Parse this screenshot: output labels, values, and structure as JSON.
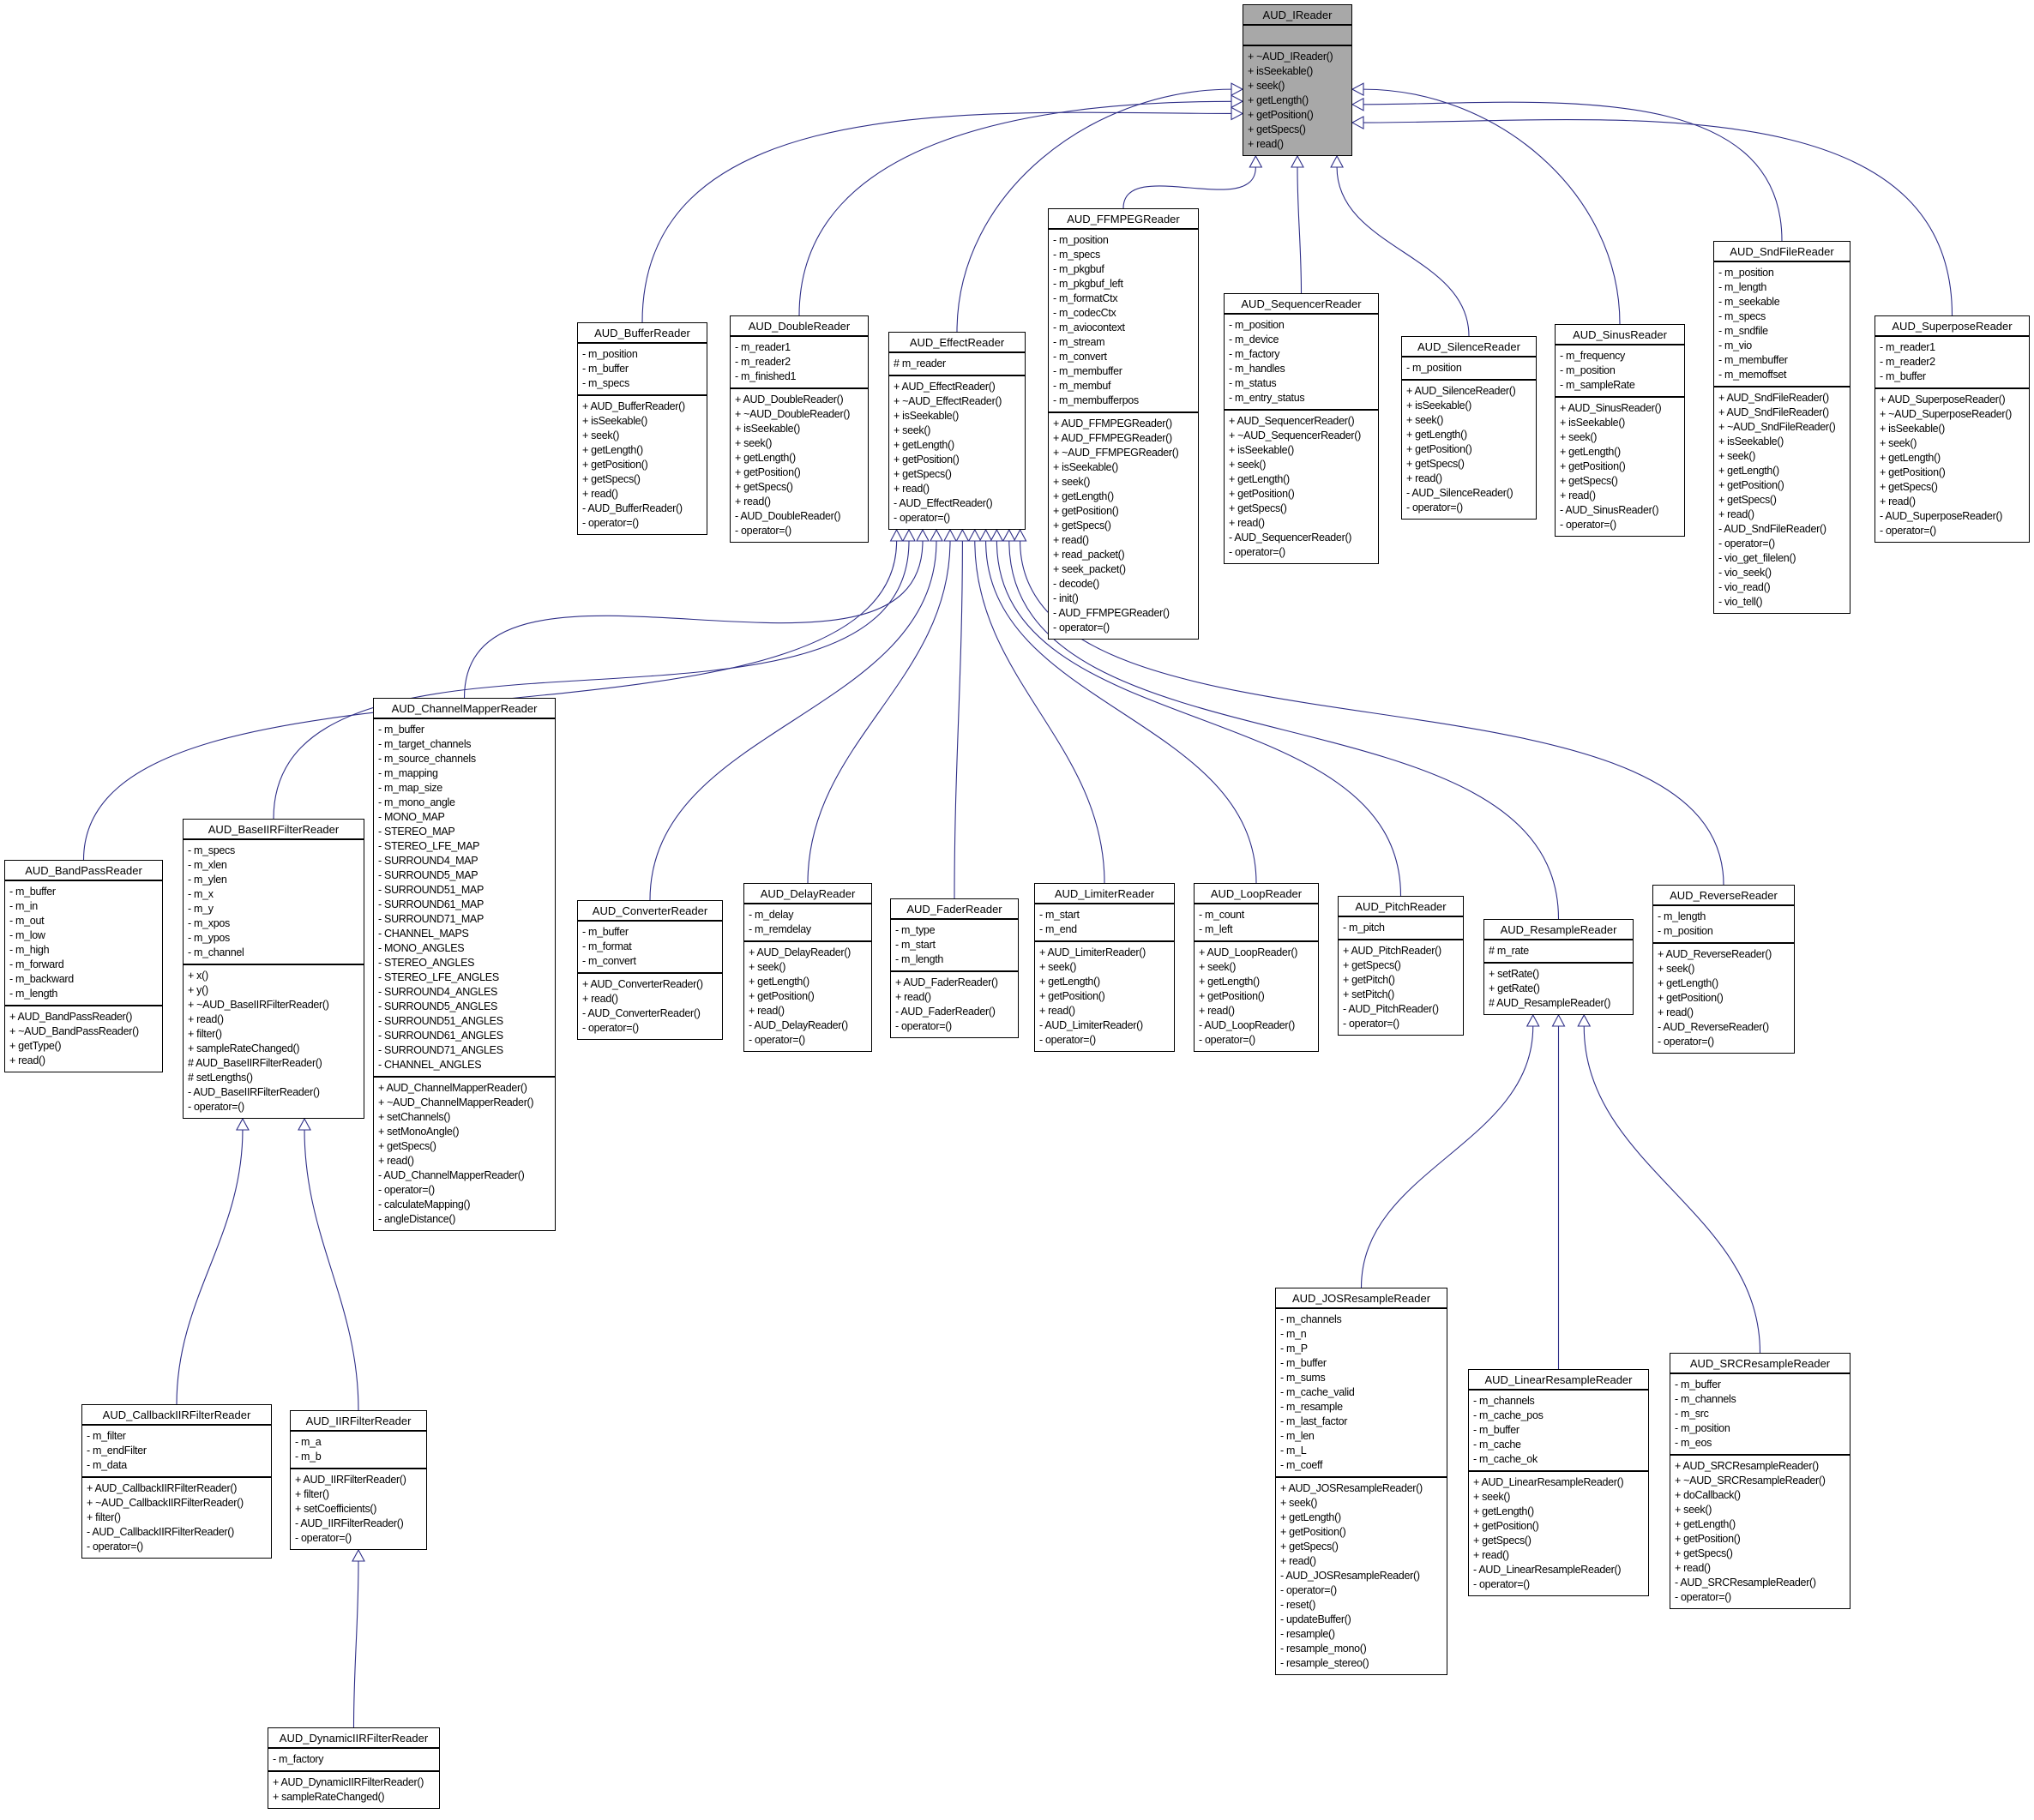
{
  "diagram": {
    "type": "uml-class-inheritance",
    "root_class": "AUD_IReader",
    "edge_color": "#2e2e87",
    "root_fill": "#a8a8a8",
    "box_fill": "#ffffff",
    "classes": [
      {
        "name": "AUD_IReader",
        "root": true,
        "attrs": [],
        "methods": [
          "+ ~AUD_IReader()",
          "+ isSeekable()",
          "+ seek()",
          "+ getLength()",
          "+ getPosition()",
          "+ getSpecs()",
          "+ read()"
        ]
      },
      {
        "name": "AUD_BufferReader",
        "attrs": [
          "- m_position",
          "- m_buffer",
          "- m_specs"
        ],
        "methods": [
          "+ AUD_BufferReader()",
          "+ isSeekable()",
          "+ seek()",
          "+ getLength()",
          "+ getPosition()",
          "+ getSpecs()",
          "+ read()",
          "- AUD_BufferReader()",
          "- operator=()"
        ]
      },
      {
        "name": "AUD_DoubleReader",
        "attrs": [
          "- m_reader1",
          "- m_reader2",
          "- m_finished1"
        ],
        "methods": [
          "+ AUD_DoubleReader()",
          "+ ~AUD_DoubleReader()",
          "+ isSeekable()",
          "+ seek()",
          "+ getLength()",
          "+ getPosition()",
          "+ getSpecs()",
          "+ read()",
          "- AUD_DoubleReader()",
          "- operator=()"
        ]
      },
      {
        "name": "AUD_EffectReader",
        "attrs": [
          "# m_reader"
        ],
        "methods": [
          "+ AUD_EffectReader()",
          "+ ~AUD_EffectReader()",
          "+ isSeekable()",
          "+ seek()",
          "+ getLength()",
          "+ getPosition()",
          "+ getSpecs()",
          "+ read()",
          "- AUD_EffectReader()",
          "- operator=()"
        ]
      },
      {
        "name": "AUD_FFMPEGReader",
        "attrs": [
          "- m_position",
          "- m_specs",
          "- m_pkgbuf",
          "- m_pkgbuf_left",
          "- m_formatCtx",
          "- m_codecCtx",
          "- m_aviocontext",
          "- m_stream",
          "- m_convert",
          "- m_membuffer",
          "- m_membuf",
          "- m_membufferpos"
        ],
        "methods": [
          "+ AUD_FFMPEGReader()",
          "+ AUD_FFMPEGReader()",
          "+ ~AUD_FFMPEGReader()",
          "+ isSeekable()",
          "+ seek()",
          "+ getLength()",
          "+ getPosition()",
          "+ getSpecs()",
          "+ read()",
          "+ read_packet()",
          "+ seek_packet()",
          "- decode()",
          "- init()",
          "- AUD_FFMPEGReader()",
          "- operator=()"
        ]
      },
      {
        "name": "AUD_SequencerReader",
        "attrs": [
          "- m_position",
          "- m_device",
          "- m_factory",
          "- m_handles",
          "- m_status",
          "- m_entry_status"
        ],
        "methods": [
          "+ AUD_SequencerReader()",
          "+ ~AUD_SequencerReader()",
          "+ isSeekable()",
          "+ seek()",
          "+ getLength()",
          "+ getPosition()",
          "+ getSpecs()",
          "+ read()",
          "- AUD_SequencerReader()",
          "- operator=()"
        ]
      },
      {
        "name": "AUD_SilenceReader",
        "attrs": [
          "- m_position"
        ],
        "methods": [
          "+ AUD_SilenceReader()",
          "+ isSeekable()",
          "+ seek()",
          "+ getLength()",
          "+ getPosition()",
          "+ getSpecs()",
          "+ read()",
          "- AUD_SilenceReader()",
          "- operator=()"
        ]
      },
      {
        "name": "AUD_SinusReader",
        "attrs": [
          "- m_frequency",
          "- m_position",
          "- m_sampleRate"
        ],
        "methods": [
          "+ AUD_SinusReader()",
          "+ isSeekable()",
          "+ seek()",
          "+ getLength()",
          "+ getPosition()",
          "+ getSpecs()",
          "+ read()",
          "- AUD_SinusReader()",
          "- operator=()"
        ]
      },
      {
        "name": "AUD_SndFileReader",
        "attrs": [
          "- m_position",
          "- m_length",
          "- m_seekable",
          "- m_specs",
          "- m_sndfile",
          "- m_vio",
          "- m_membuffer",
          "- m_memoffset"
        ],
        "methods": [
          "+ AUD_SndFileReader()",
          "+ AUD_SndFileReader()",
          "+ ~AUD_SndFileReader()",
          "+ isSeekable()",
          "+ seek()",
          "+ getLength()",
          "+ getPosition()",
          "+ getSpecs()",
          "+ read()",
          "- AUD_SndFileReader()",
          "- operator=()",
          "- vio_get_filelen()",
          "- vio_seek()",
          "- vio_read()",
          "- vio_tell()"
        ]
      },
      {
        "name": "AUD_SuperposeReader",
        "attrs": [
          "- m_reader1",
          "- m_reader2",
          "- m_buffer"
        ],
        "methods": [
          "+ AUD_SuperposeReader()",
          "+ ~AUD_SuperposeReader()",
          "+ isSeekable()",
          "+ seek()",
          "+ getLength()",
          "+ getPosition()",
          "+ getSpecs()",
          "+ read()",
          "- AUD_SuperposeReader()",
          "- operator=()"
        ]
      },
      {
        "name": "AUD_BandPassReader",
        "attrs": [
          "- m_buffer",
          "- m_in",
          "- m_out",
          "- m_low",
          "- m_high",
          "- m_forward",
          "- m_backward",
          "- m_length"
        ],
        "methods": [
          "+ AUD_BandPassReader()",
          "+ ~AUD_BandPassReader()",
          "+ getType()",
          "+ read()"
        ]
      },
      {
        "name": "AUD_BaseIIRFilterReader",
        "attrs": [
          "- m_specs",
          "- m_xlen",
          "- m_ylen",
          "- m_x",
          "- m_y",
          "- m_xpos",
          "- m_ypos",
          "- m_channel"
        ],
        "methods": [
          "+ x()",
          "+ y()",
          "+ ~AUD_BaseIIRFilterReader()",
          "+ read()",
          "+ filter()",
          "+ sampleRateChanged()",
          "# AUD_BaseIIRFilterReader()",
          "# setLengths()",
          "- AUD_BaseIIRFilterReader()",
          "- operator=()"
        ]
      },
      {
        "name": "AUD_ChannelMapperReader",
        "attrs": [
          "- m_buffer",
          "- m_target_channels",
          "- m_source_channels",
          "- m_mapping",
          "- m_map_size",
          "- m_mono_angle",
          "- MONO_MAP",
          "- STEREO_MAP",
          "- STEREO_LFE_MAP",
          "- SURROUND4_MAP",
          "- SURROUND5_MAP",
          "- SURROUND51_MAP",
          "- SURROUND61_MAP",
          "- SURROUND71_MAP",
          "- CHANNEL_MAPS",
          "- MONO_ANGLES",
          "- STEREO_ANGLES",
          "- STEREO_LFE_ANGLES",
          "- SURROUND4_ANGLES",
          "- SURROUND5_ANGLES",
          "- SURROUND51_ANGLES",
          "- SURROUND61_ANGLES",
          "- SURROUND71_ANGLES",
          "- CHANNEL_ANGLES"
        ],
        "methods": [
          "+ AUD_ChannelMapperReader()",
          "+ ~AUD_ChannelMapperReader()",
          "+ setChannels()",
          "+ setMonoAngle()",
          "+ getSpecs()",
          "+ read()",
          "- AUD_ChannelMapperReader()",
          "- operator=()",
          "- calculateMapping()",
          "- angleDistance()"
        ]
      },
      {
        "name": "AUD_ConverterReader",
        "attrs": [
          "- m_buffer",
          "- m_format",
          "- m_convert"
        ],
        "methods": [
          "+ AUD_ConverterReader()",
          "+ read()",
          "- AUD_ConverterReader()",
          "- operator=()"
        ]
      },
      {
        "name": "AUD_DelayReader",
        "attrs": [
          "- m_delay",
          "- m_remdelay"
        ],
        "methods": [
          "+ AUD_DelayReader()",
          "+ seek()",
          "+ getLength()",
          "+ getPosition()",
          "+ read()",
          "- AUD_DelayReader()",
          "- operator=()"
        ]
      },
      {
        "name": "AUD_FaderReader",
        "attrs": [
          "- m_type",
          "- m_start",
          "- m_length"
        ],
        "methods": [
          "+ AUD_FaderReader()",
          "+ read()",
          "- AUD_FaderReader()",
          "- operator=()"
        ]
      },
      {
        "name": "AUD_LimiterReader",
        "attrs": [
          "- m_start",
          "- m_end"
        ],
        "methods": [
          "+ AUD_LimiterReader()",
          "+ seek()",
          "+ getLength()",
          "+ getPosition()",
          "+ read()",
          "- AUD_LimiterReader()",
          "- operator=()"
        ]
      },
      {
        "name": "AUD_LoopReader",
        "attrs": [
          "- m_count",
          "- m_left"
        ],
        "methods": [
          "+ AUD_LoopReader()",
          "+ seek()",
          "+ getLength()",
          "+ getPosition()",
          "+ read()",
          "- AUD_LoopReader()",
          "- operator=()"
        ]
      },
      {
        "name": "AUD_PitchReader",
        "attrs": [
          "- m_pitch"
        ],
        "methods": [
          "+ AUD_PitchReader()",
          "+ getSpecs()",
          "+ getPitch()",
          "+ setPitch()",
          "- AUD_PitchReader()",
          "- operator=()"
        ]
      },
      {
        "name": "AUD_ResampleReader",
        "attrs": [
          "# m_rate"
        ],
        "methods": [
          "+ setRate()",
          "+ getRate()",
          "# AUD_ResampleReader()"
        ]
      },
      {
        "name": "AUD_ReverseReader",
        "attrs": [
          "- m_length",
          "- m_position"
        ],
        "methods": [
          "+ AUD_ReverseReader()",
          "+ seek()",
          "+ getLength()",
          "+ getPosition()",
          "+ read()",
          "- AUD_ReverseReader()",
          "- operator=()"
        ]
      },
      {
        "name": "AUD_CallbackIIRFilterReader",
        "attrs": [
          "- m_filter",
          "- m_endFilter",
          "- m_data"
        ],
        "methods": [
          "+ AUD_CallbackIIRFilterReader()",
          "+ ~AUD_CallbackIIRFilterReader()",
          "+ filter()",
          "- AUD_CallbackIIRFilterReader()",
          "- operator=()"
        ]
      },
      {
        "name": "AUD_IIRFilterReader",
        "attrs": [
          "- m_a",
          "- m_b"
        ],
        "methods": [
          "+ AUD_IIRFilterReader()",
          "+ filter()",
          "+ setCoefficients()",
          "- AUD_IIRFilterReader()",
          "- operator=()"
        ]
      },
      {
        "name": "AUD_JOSResampleReader",
        "attrs": [
          "- m_channels",
          "- m_n",
          "- m_P",
          "- m_buffer",
          "- m_sums",
          "- m_cache_valid",
          "- m_resample",
          "- m_last_factor",
          "- m_len",
          "- m_L",
          "- m_coeff"
        ],
        "methods": [
          "+ AUD_JOSResampleReader()",
          "+ seek()",
          "+ getLength()",
          "+ getPosition()",
          "+ getSpecs()",
          "+ read()",
          "- AUD_JOSResampleReader()",
          "- operator=()",
          "- reset()",
          "- updateBuffer()",
          "- resample()",
          "- resample_mono()",
          "- resample_stereo()"
        ]
      },
      {
        "name": "AUD_LinearResampleReader",
        "attrs": [
          "- m_channels",
          "- m_cache_pos",
          "- m_buffer",
          "- m_cache",
          "- m_cache_ok"
        ],
        "methods": [
          "+ AUD_LinearResampleReader()",
          "+ seek()",
          "+ getLength()",
          "+ getPosition()",
          "+ getSpecs()",
          "+ read()",
          "- AUD_LinearResampleReader()",
          "- operator=()"
        ]
      },
      {
        "name": "AUD_SRCResampleReader",
        "attrs": [
          "- m_buffer",
          "- m_channels",
          "- m_src",
          "- m_position",
          "- m_eos"
        ],
        "methods": [
          "+ AUD_SRCResampleReader()",
          "+ ~AUD_SRCResampleReader()",
          "+ doCallback()",
          "+ seek()",
          "+ getLength()",
          "+ getPosition()",
          "+ getSpecs()",
          "+ read()",
          "- AUD_SRCResampleReader()",
          "- operator=()"
        ]
      },
      {
        "name": "AUD_DynamicIIRFilterReader",
        "attrs": [
          "- m_factory"
        ],
        "methods": [
          "+ AUD_DynamicIIRFilterReader()",
          "+ sampleRateChanged()"
        ]
      }
    ],
    "edges": [
      {
        "from": "AUD_BufferReader",
        "to": "AUD_IReader"
      },
      {
        "from": "AUD_DoubleReader",
        "to": "AUD_IReader"
      },
      {
        "from": "AUD_EffectReader",
        "to": "AUD_IReader"
      },
      {
        "from": "AUD_FFMPEGReader",
        "to": "AUD_IReader"
      },
      {
        "from": "AUD_SequencerReader",
        "to": "AUD_IReader"
      },
      {
        "from": "AUD_SilenceReader",
        "to": "AUD_IReader"
      },
      {
        "from": "AUD_SinusReader",
        "to": "AUD_IReader"
      },
      {
        "from": "AUD_SndFileReader",
        "to": "AUD_IReader"
      },
      {
        "from": "AUD_SuperposeReader",
        "to": "AUD_IReader"
      },
      {
        "from": "AUD_BandPassReader",
        "to": "AUD_EffectReader"
      },
      {
        "from": "AUD_BaseIIRFilterReader",
        "to": "AUD_EffectReader"
      },
      {
        "from": "AUD_ChannelMapperReader",
        "to": "AUD_EffectReader"
      },
      {
        "from": "AUD_ConverterReader",
        "to": "AUD_EffectReader"
      },
      {
        "from": "AUD_DelayReader",
        "to": "AUD_EffectReader"
      },
      {
        "from": "AUD_FaderReader",
        "to": "AUD_EffectReader"
      },
      {
        "from": "AUD_LimiterReader",
        "to": "AUD_EffectReader"
      },
      {
        "from": "AUD_LoopReader",
        "to": "AUD_EffectReader"
      },
      {
        "from": "AUD_PitchReader",
        "to": "AUD_EffectReader"
      },
      {
        "from": "AUD_ResampleReader",
        "to": "AUD_EffectReader"
      },
      {
        "from": "AUD_ReverseReader",
        "to": "AUD_EffectReader"
      },
      {
        "from": "AUD_CallbackIIRFilterReader",
        "to": "AUD_BaseIIRFilterReader"
      },
      {
        "from": "AUD_IIRFilterReader",
        "to": "AUD_BaseIIRFilterReader"
      },
      {
        "from": "AUD_JOSResampleReader",
        "to": "AUD_ResampleReader"
      },
      {
        "from": "AUD_LinearResampleReader",
        "to": "AUD_ResampleReader"
      },
      {
        "from": "AUD_SRCResampleReader",
        "to": "AUD_ResampleReader"
      },
      {
        "from": "AUD_DynamicIIRFilterReader",
        "to": "AUD_IIRFilterReader"
      }
    ]
  }
}
